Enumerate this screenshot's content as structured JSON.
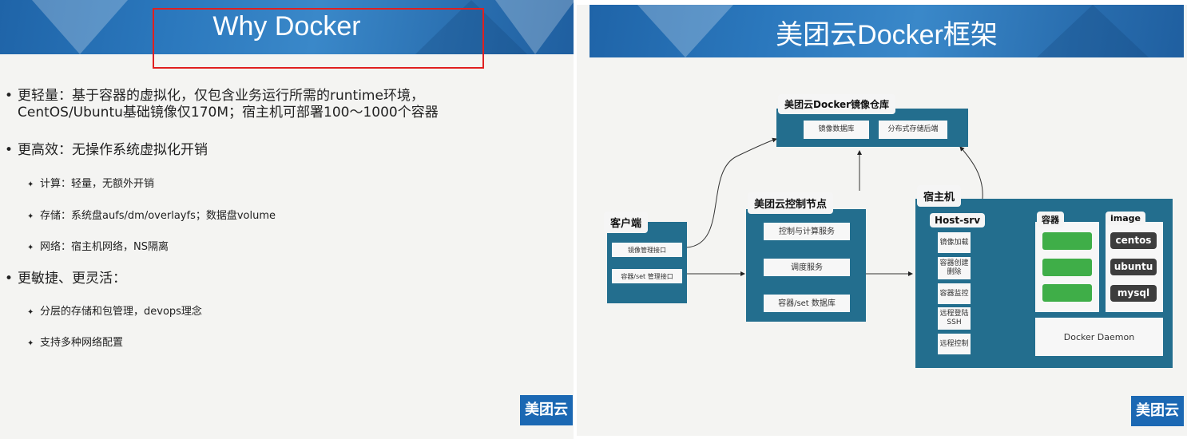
{
  "left_slide": {
    "title": "Why Docker",
    "logo": "美团云",
    "bullets": [
      {
        "line1": "更轻量：基于容器的虚拟化，仅包含业务运行所需的runtime环境，",
        "line2": "CentOS/Ubuntu基础镜像仅170M；宿主机可部署100～1000个容器"
      },
      {
        "text": "更高效：无操作系统虚拟化开销",
        "sub": [
          "计算：轻量，无额外开销",
          "存储：系统盘aufs/dm/overlayfs；数据盘volume",
          "网络：宿主机网络，NS隔离"
        ]
      },
      {
        "text": "更敏捷、更灵活：",
        "sub": [
          "分层的存储和包管理，devops理念",
          "支持多种网络配置"
        ]
      }
    ]
  },
  "right_slide": {
    "title": "美团云Docker框架",
    "logo": "美团云",
    "registry": {
      "label": "美团云Docker镜像仓库",
      "items": [
        "镜像数据库",
        "分布式存储后端"
      ]
    },
    "client": {
      "label": "客户端",
      "items": [
        "镜像管理接口",
        "容器/set 管理接口"
      ]
    },
    "control": {
      "label": "美团云控制节点",
      "items": [
        "控制与计算服务",
        "调度服务",
        "容器/set 数据库"
      ]
    },
    "host": {
      "label": "宿主机",
      "hostsrv_label": "Host-srv",
      "hostsrv_items": [
        "镜像加载",
        "容器创建删除",
        "容器监控",
        "远程登陆\nSSH",
        "远程控制"
      ],
      "containers_label": "容器",
      "image_label": "image",
      "images": [
        "centos",
        "ubuntu",
        "mysql"
      ],
      "daemon": "Docker Daemon"
    },
    "colors": {
      "diagram_teal": "#236e8e",
      "container_green": "#3fae48",
      "banner_blue": "#2b78bd",
      "logo_blue": "#1b68b3"
    }
  }
}
